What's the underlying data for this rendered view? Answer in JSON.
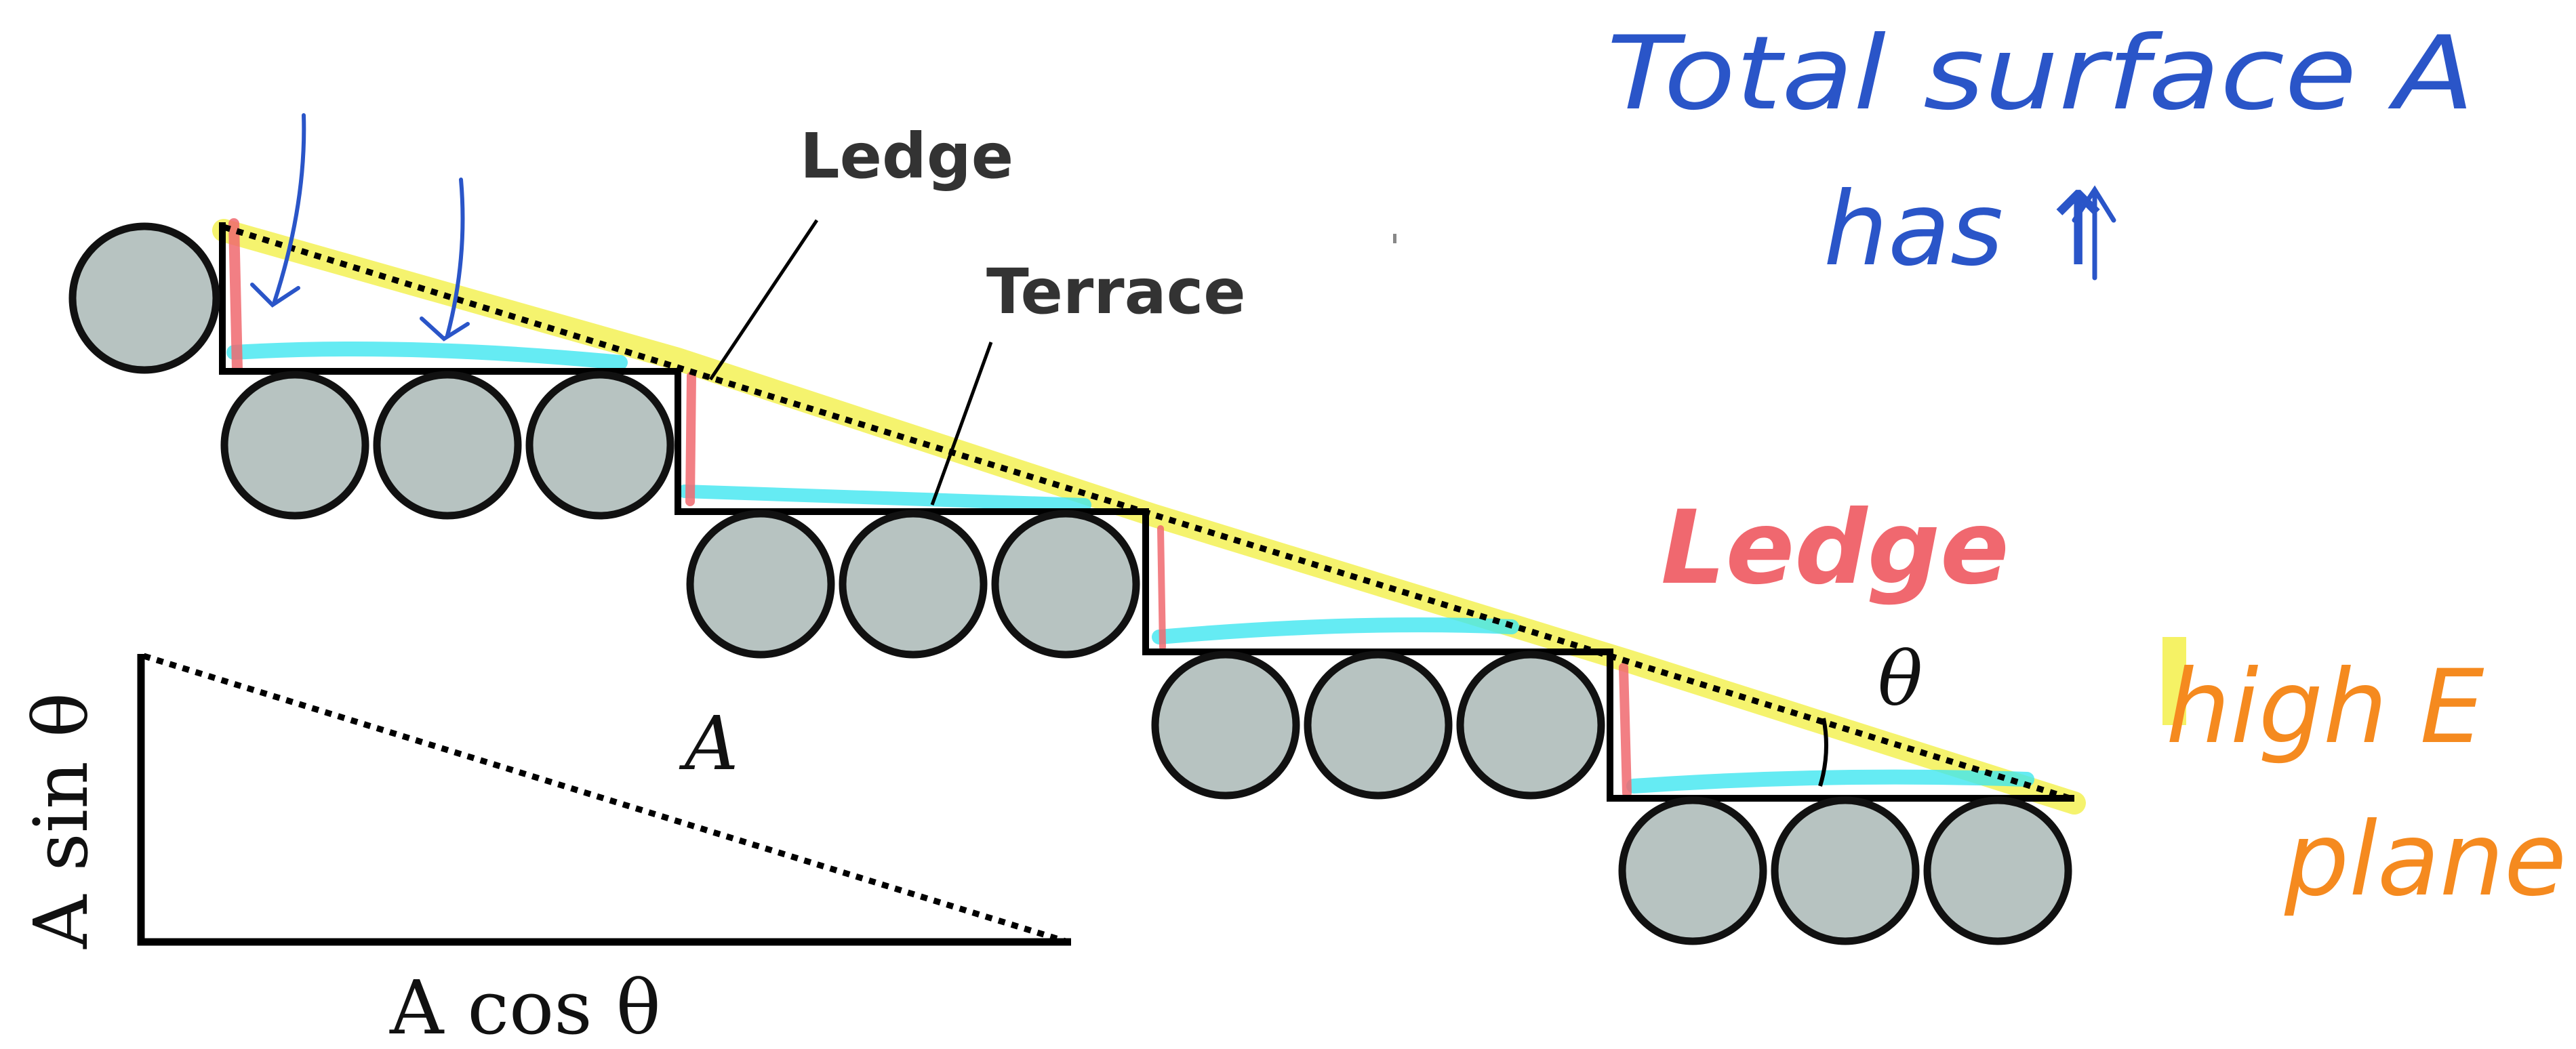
{
  "labels": {
    "ledge": "Ledge",
    "terrace": "Terrace",
    "area": "A",
    "theta": "θ",
    "a_sin": "A sin θ",
    "a_cos": "A cos θ"
  },
  "handwriting": {
    "total_surface_line1": "Total surface A",
    "total_surface_line2": "has ↑",
    "ledge_pink": "Ledge",
    "high_e_line1": "high E",
    "high_e_line2": "plane"
  },
  "colors": {
    "atom_fill": "#b7c3c1",
    "atom_stroke": "#111111",
    "blue_ink": "#2a55c8",
    "pink_ink": "#f0686f",
    "orange_ink": "#f58a1f",
    "yellow_highlight": "#f2ef3e",
    "cyan_highlight": "#3fe6f0",
    "step_line": "#000000"
  },
  "icons": {
    "down_arrow_1": "down-arrow-icon",
    "down_arrow_2": "down-arrow-icon",
    "up_arrow": "up-arrow-icon"
  }
}
